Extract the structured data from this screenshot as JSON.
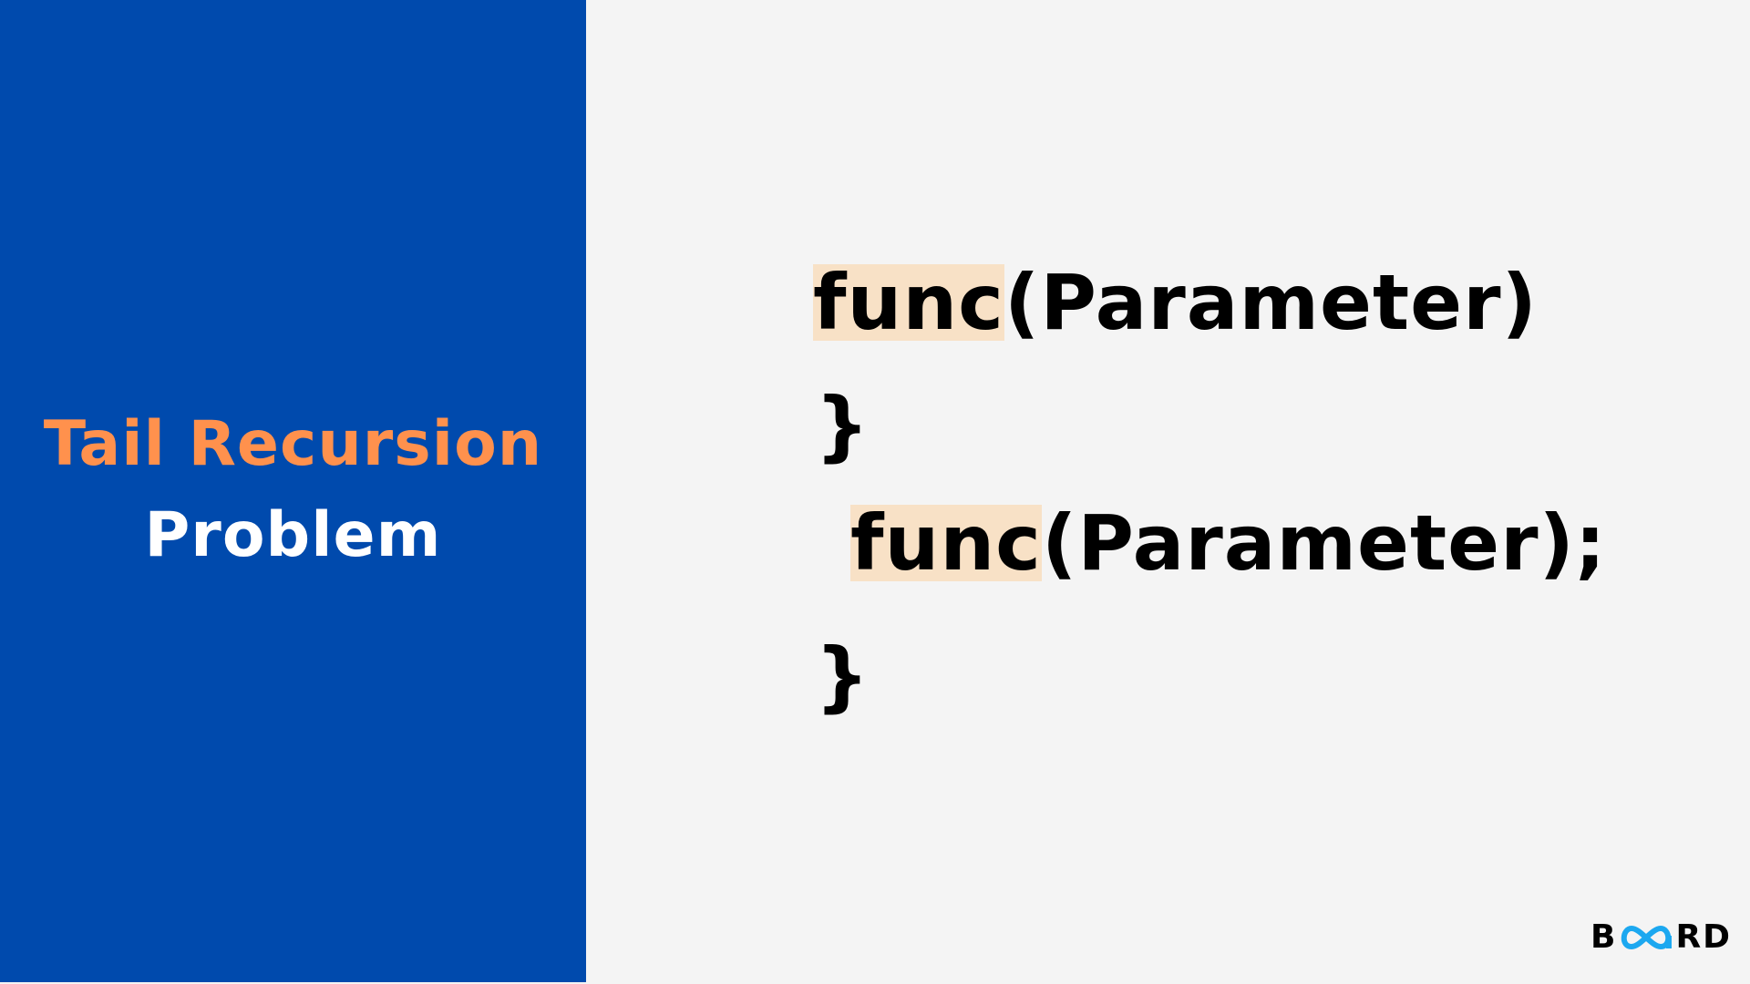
{
  "slide": {
    "title_main": "Tail Recursion",
    "title_sub": "Problem",
    "colors": {
      "panel_bg": "#004AAD",
      "title_main": "#FF914D",
      "title_sub": "#FFFFFF",
      "page_bg": "#F4F4F4",
      "highlight": "#F8E1C6",
      "logo_accent": "#1CA8F0"
    }
  },
  "code": {
    "line1": {
      "highlight": "func",
      "rest": "(Parameter)"
    },
    "line2": {
      "text": "}"
    },
    "line3": {
      "highlight": "func",
      "rest": "(Parameter);"
    },
    "line4": {
      "text": "}"
    }
  },
  "logo": {
    "prefix": "B",
    "icon": "infinity-icon",
    "suffix": "RD"
  }
}
